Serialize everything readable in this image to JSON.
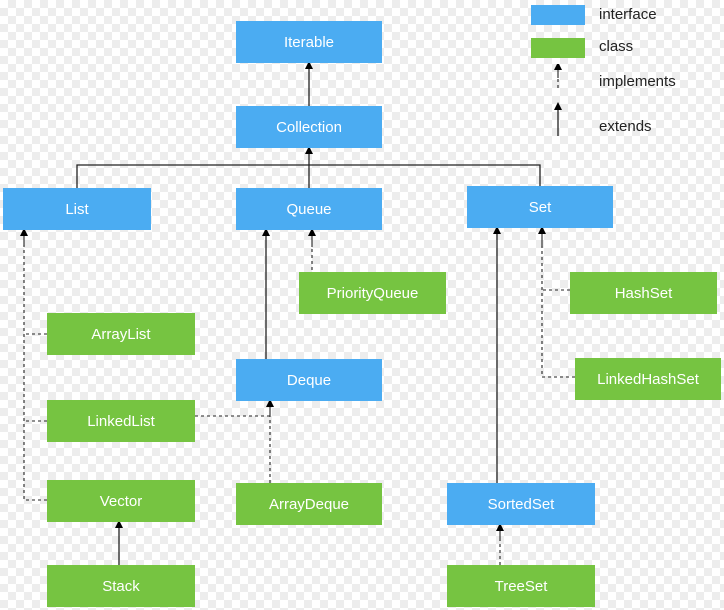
{
  "nodes": {
    "iterable": "Iterable",
    "collection": "Collection",
    "list": "List",
    "queue": "Queue",
    "set": "Set",
    "priority_queue": "PriorityQueue",
    "hash_set": "HashSet",
    "array_list": "ArrayList",
    "deque": "Deque",
    "linked_hash_set": "LinkedHashSet",
    "linked_list": "LinkedList",
    "vector": "Vector",
    "array_deque": "ArrayDeque",
    "sorted_set": "SortedSet",
    "stack": "Stack",
    "tree_set": "TreeSet"
  },
  "legend": {
    "interface": "interface",
    "class": "class",
    "implements": "implements",
    "extends": "extends"
  },
  "colors": {
    "interface": "#4bacf2",
    "class": "#76c441",
    "line": "#222222"
  }
}
